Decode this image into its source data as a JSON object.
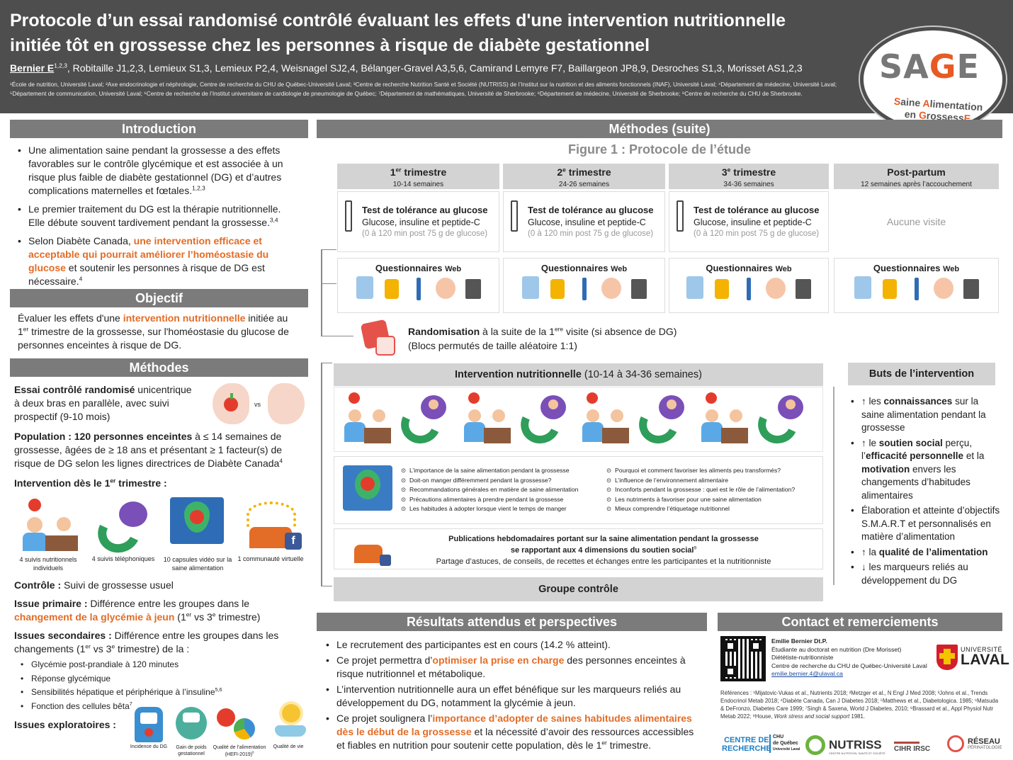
{
  "header": {
    "title_line1": "Protocole d’un essai randomisé contrôlé évaluant les effets d'une intervention nutritionnelle",
    "title_line2": "initiée tôt en grossesse chez les personnes à risque de diabète gestationnel",
    "first_author": "Bernier E",
    "first_author_sup": "1,2,3",
    "authors_rest": ", Robitaille J1,2,3, Lemieux S1,3, Lemieux P2,4, Weisnagel SJ2,4, Bélanger-Gravel A3,5,6, Camirand Lemyre F7, Baillargeon JP8,9, Desroches S1,3, Morisset AS1,2,3",
    "affiliations": "¹École de nutrition, Université Laval; ²Axe endocrinologie et néphrologie, Centre de recherche du CHU de Québec-Université Laval; ³Centre de recherche Nutrition Santé et Société (NUTRISS) de l’Institut sur la nutrition et des aliments fonctionnels (INAF), Université Laval; ⁴Département de médecine, Université Laval; ⁵Département de communication, Université Laval; ⁶Centre de recherche de l’Institut universitaire de cardiologie de pneumologie de Québec; ⁷Département de mathématiques, Université de Sherbrooke; ⁸Département de médecine, Université de Sherbrooke; ⁹Centre de recherche du CHU de Sherbrooke."
  },
  "logo": {
    "word_a": "SA",
    "word_g": "G",
    "word_e": "E",
    "tag_l1a": "S",
    "tag_l1b": "aine ",
    "tag_l1c": "A",
    "tag_l1d": "limentation",
    "tag_l2a": "en ",
    "tag_l2b": "G",
    "tag_l2c": "rossess",
    "tag_l2d": "E"
  },
  "intro": {
    "heading": "Introduction",
    "b1": "Une alimentation saine pendant la grossesse a des effets favorables sur le contrôle glycémique et est associée à un risque plus faible de diabète gestationnel (DG) et d’autres complications maternelles et fœtales.",
    "b1_sup": "1,2,3",
    "b2": "Le premier traitement du DG est la thérapie nutritionnelle. Elle débute souvent tardivement pendant la grossesse.",
    "b2_sup": "3,4",
    "b3_pre": "Selon Diabète Canada, ",
    "b3_hl": "une intervention efficace et acceptable qui pourrait améliorer l’homéostasie du glucose",
    "b3_post": " et soutenir les personnes à risque de DG est nécessaire.",
    "b3_sup": "4"
  },
  "objectif": {
    "heading": "Objectif",
    "pre": "Évaluer les effets d'une ",
    "hl": "intervention nutritionnelle",
    "mid": " initiée au 1",
    "sup": "er",
    "post": " trimestre de la grossesse, sur l'homéostasie du glucose de personnes enceintes à risque de DG."
  },
  "methodes": {
    "heading": "Méthodes",
    "essai_b": "Essai contrôlé randomisé",
    "essai": " unicentrique à deux bras en parallèle, avec suivi prospectif (9-10 mois)",
    "vs": "vs",
    "pop_b": "Population : 120 personnes enceintes",
    "pop": " à ≤ 14 semaines de grossesse, âgées de ≥ 18 ans et présentant ≥ 1 facteur(s) de risque de DG selon les lignes directrices de Diabète Canada",
    "pop_sup": "4",
    "interv_b": "Intervention dès le 1",
    "interv_sup": "er",
    "interv_b2": " trimestre :",
    "icons": [
      "4 suivis nutritionnels individuels",
      "4 suivis téléphoniques",
      "10 capsules vidéo sur la saine alimentation",
      "1 communauté virtuelle"
    ],
    "controle_b": "Contrôle :",
    "controle": " Suivi de grossesse usuel",
    "prim_b": "Issue primaire :",
    "prim": " Différence entre les groupes dans le ",
    "prim_hl": "changement de la glycémie à jeun",
    "prim_post1": " (1",
    "prim_sup1": "er",
    "prim_post2": " vs 3",
    "prim_sup2": "e",
    "prim_post3": " trimestre)",
    "sec_b": "Issues secondaires :",
    "sec": " Différence entre les groupes dans les changements (1",
    "sec_sup1": "er",
    "sec2": " vs 3",
    "sec_sup2": "e",
    "sec3": " trimestre) de la :",
    "sec_items": [
      "Glycémie post-prandiale à 120 minutes",
      "Réponse glycémique",
      "Sensibilités hépatique et périphérique à l’insuline",
      "Fonction des cellules bêta"
    ],
    "sec_sups": [
      "",
      "",
      "5,6",
      "7"
    ],
    "expl_b": "Issues exploratoires :",
    "expl_icons": [
      "Incidence du DG",
      "Gain de poids gestationnel",
      "Qualité de l’alimentation (HEFI-2019)",
      "Qualité de vie"
    ],
    "expl_sup": "8"
  },
  "suite": {
    "heading": "Méthodes (suite)",
    "figure_title": "Figure 1 : Protocole de l’étude",
    "trimesters": [
      {
        "t_pre": "1",
        "t_sup": "er",
        "t_post": "  trimestre",
        "sub": "10-14 semaines"
      },
      {
        "t_pre": "2",
        "t_sup": "e",
        "t_post": " trimestre",
        "sub": "24-26 semaines"
      },
      {
        "t_pre": "3",
        "t_sup": "e",
        "t_post": " trimestre",
        "sub": "34-36 semaines"
      },
      {
        "t_pre": "Post-partum",
        "t_sup": "",
        "t_post": "",
        "sub": "12 semaines après l’accouchement"
      }
    ],
    "test_title": "Test de tolérance au glucose",
    "test_l2": "Glucose, insuline et peptide-C",
    "test_l3": "(0 à 120 min post 75 g de glucose)",
    "no_visit": "Aucune visite",
    "quest": "Questionnaires",
    "quest_web": "Web",
    "rando_b": "Randomisation",
    "rando": " à la suite de la 1",
    "rando_sup": "ere",
    "rando2": " visite (si absence de DG)",
    "rando_l2": "(Blocs permutés de taille aléatoire 1:1)",
    "interv_b": "Intervention nutritionnelle",
    "interv": " (10-14 à 34-36 semaines)",
    "topics_left": [
      "L’importance de la saine alimentation pendant la grossesse",
      "Doit-on manger différemment pendant la grossesse?",
      "Recommandations générales en matière de saine alimentation",
      "Précautions alimentaires à prendre pendant la grossesse",
      "Les habitudes à adopter lorsque vient le temps de manger"
    ],
    "topics_right": [
      "Pourquoi et comment favoriser les aliments peu transformés?",
      "L’influence de l’environnement alimentaire",
      "Inconforts pendant la grossesse : quel est le rôle de l’alimentation?",
      "Les nutriments à favoriser pour une saine alimentation",
      "Mieux comprendre l’étiquetage nutritionnel"
    ],
    "pub_l1": "Publications hebdomadaires portant sur la saine alimentation pendant la grossesse",
    "pub_l2": "se rapportant aux 4 dimensions du soutien social",
    "pub_sup": "9",
    "pub_l3": "Partage d’astuces, de conseils, de recettes et échanges entre les participantes et la nutritionniste",
    "controle": "Groupe contrôle",
    "buts_heading": "Buts de l’intervention",
    "buts": [
      {
        "a": "↑ les ",
        "b": "connaissances",
        "c": " sur la saine alimentation pendant la grossesse"
      },
      {
        "a": "↑ le ",
        "b": "soutien social",
        "c": " perçu, l’",
        "d": "efficacité personnelle",
        "e": " et la ",
        "f": "motivation",
        "g": " envers les changements d’habitudes alimentaires"
      },
      {
        "a": "Élaboration et atteinte d’objectifs S.M.A.R.T et personnalisés en matière d’alimentation"
      },
      {
        "a": "↑ la ",
        "b": "qualité de l’alimentation"
      },
      {
        "a": "↓ les marqueurs reliés au développement du DG"
      }
    ]
  },
  "resultats": {
    "heading": "Résultats attendus et perspectives",
    "b1": "Le recrutement des participantes est en cours (14.2 % atteint).",
    "b2_pre": "Ce projet permettra d’",
    "b2_hl": "optimiser la prise en charge",
    "b2_post": " des personnes enceintes à risque nutritionnel et métabolique.",
    "b3": "L’intervention nutritionnelle aura un effet bénéfique sur les marqueurs reliés au développement du DG, notamment la glycémie à jeun.",
    "b4_pre": "Ce projet soulignera l’",
    "b4_hl": "importance d’adopter de saines habitudes alimentaires dès le début de la grossesse",
    "b4_post": " et la nécessité d’avoir des ressources accessibles et fiables en nutrition pour soutenir cette population, dès le 1",
    "b4_sup": "er",
    "b4_end": " trimestre."
  },
  "contact": {
    "heading": "Contact et remerciements",
    "name": "Emilie Bernier Dt.P.",
    "l2": "Étudiante au doctorat en nutrition (Dre Morisset)",
    "l3": "Diététiste-nutritionniste",
    "l4": "Centre de recherche du CHU de Québec-Université Laval",
    "email": "emilie.bernier.4@ulaval.ca",
    "ulaval1": "UNIVERSITÉ",
    "ulaval2": "LAVAL",
    "refs": "Références : ¹Mijatovic-Vukas et al., Nutrients 2018; ²Metzger et al., N Engl J Med 2008; ³Johns et al., Trends Endocrinol Metab 2018; ⁴Diabète Canada, Can J Diabetes 2018; ⁵Matthews et al., Diabetologica. 1985; ⁶Matsuda & DeFronzo, Diabetes Care 1999; ⁷Singh & Saxena, World J Diabetes, 2010; ⁸Brassard et al., Appl Physiol Nutr Metab 2022; ⁹House, ",
    "refs_it": "Work stress and social support",
    "refs_end": " 1981.",
    "logo_cr1": "CENTRE DE",
    "logo_cr2": "RECHERCHE",
    "logo_chu1": "CHU",
    "logo_chu2": "de Québec",
    "logo_chu3": "Université Laval",
    "logo_nutriss": "NUTRISS",
    "logo_nutriss_sub": "CENTRE NUTRITION, SANTÉ ET SOCIÉTÉ",
    "logo_cihr": "CIHR IRSC",
    "logo_reseau": "RÉSEAU",
    "logo_reseau_sub": "PÉRINATOLOGIE"
  },
  "colors": {
    "accent": "#e36c26",
    "header_bg": "#4e4e4e",
    "section_bg": "#7b7b7b",
    "box_bg": "#d3d3d3"
  }
}
